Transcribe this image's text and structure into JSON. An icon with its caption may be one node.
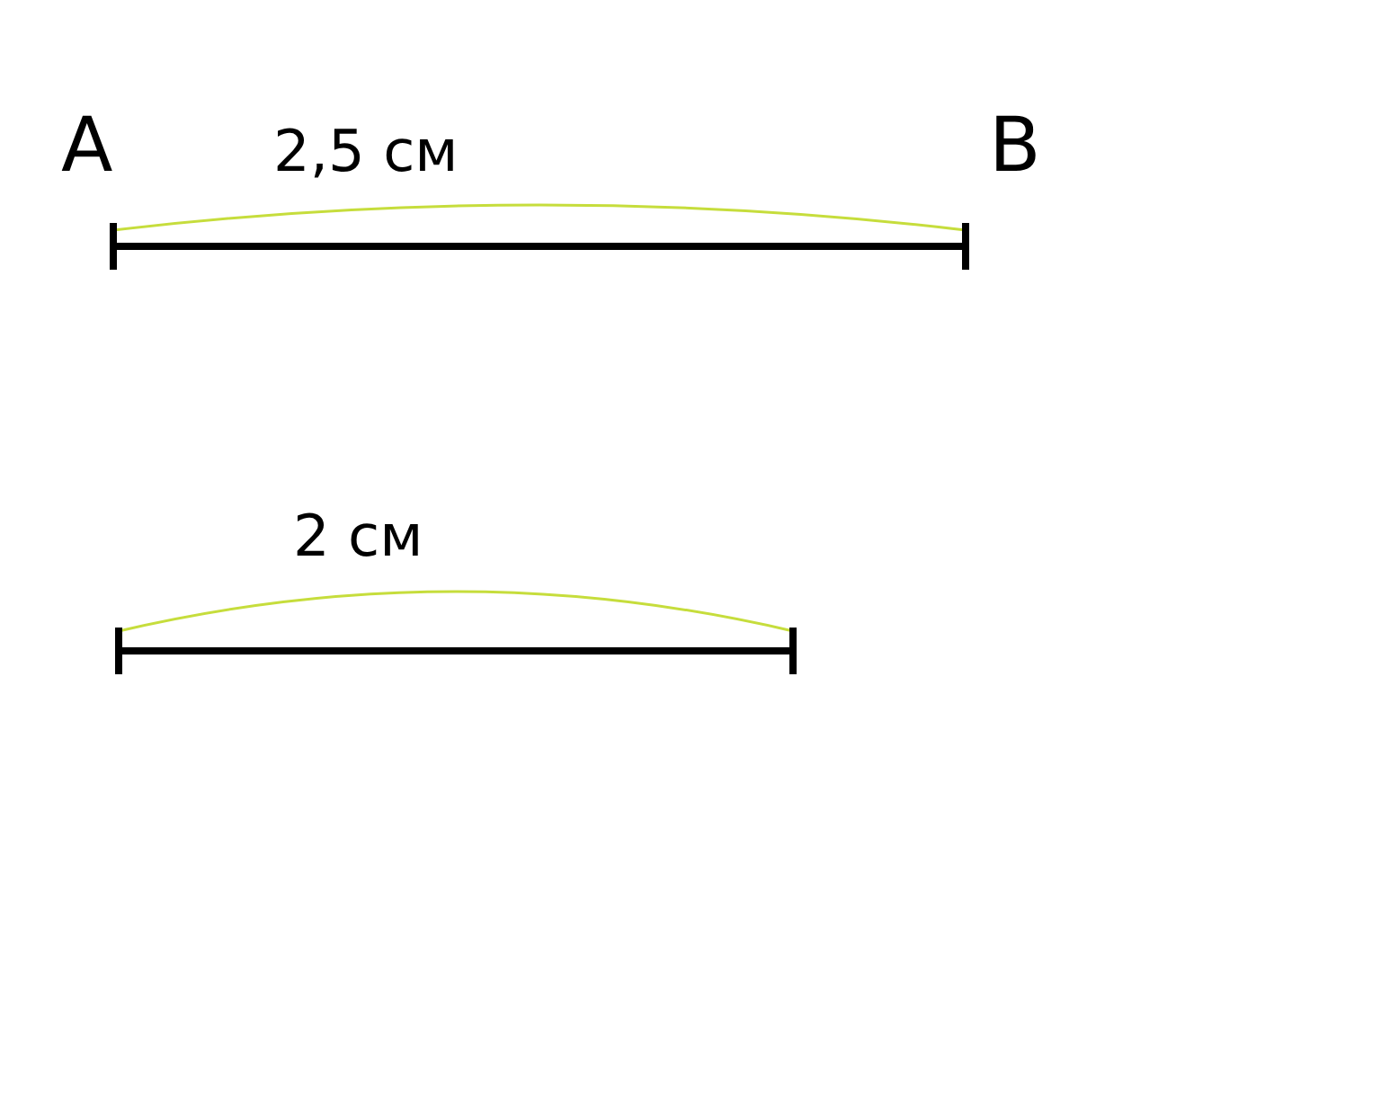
{
  "diagram": {
    "labels": [
      "A",
      "2,5 см",
      "B",
      "2 см"
    ]
  }
}
